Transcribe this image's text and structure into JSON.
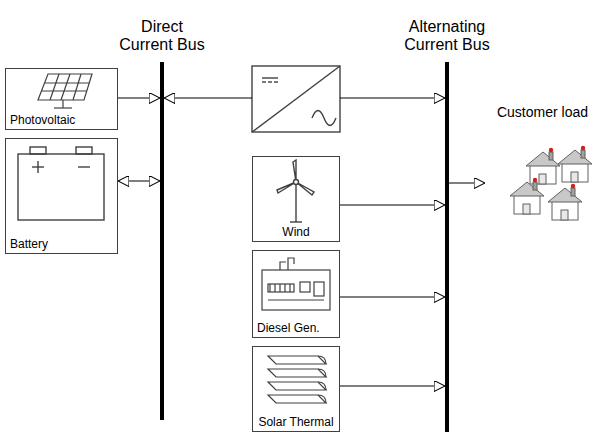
{
  "diagram": {
    "nodes": [
      {
        "text": [
          "Direct Current Bus"
        ]
      },
      {
        "text": [
          "Alternating Current Bus"
        ]
      },
      {
        "text": [
          "Photovoltaic"
        ]
      },
      {
        "text": [
          "Battery"
        ]
      },
      {
        "text": [
          "Wind"
        ]
      },
      {
        "text": [
          "Diesel Gen."
        ]
      },
      {
        "text": [
          "Solar Thermal"
        ]
      },
      {
        "text": [
          "Customer load"
        ]
      }
    ],
    "edges": [
      {
        "from": 2,
        "to": 0,
        "arrow": "to"
      },
      {
        "from": 3,
        "to": 0,
        "arrow": "both"
      },
      {
        "from": 0,
        "to": 1,
        "arrow": "both"
      },
      {
        "from": 4,
        "to": 1,
        "arrow": "to"
      },
      {
        "from": 5,
        "to": 1,
        "arrow": "to"
      },
      {
        "from": 6,
        "to": 1,
        "arrow": "to"
      },
      {
        "from": 1,
        "to": 7,
        "arrow": "to"
      }
    ]
  }
}
